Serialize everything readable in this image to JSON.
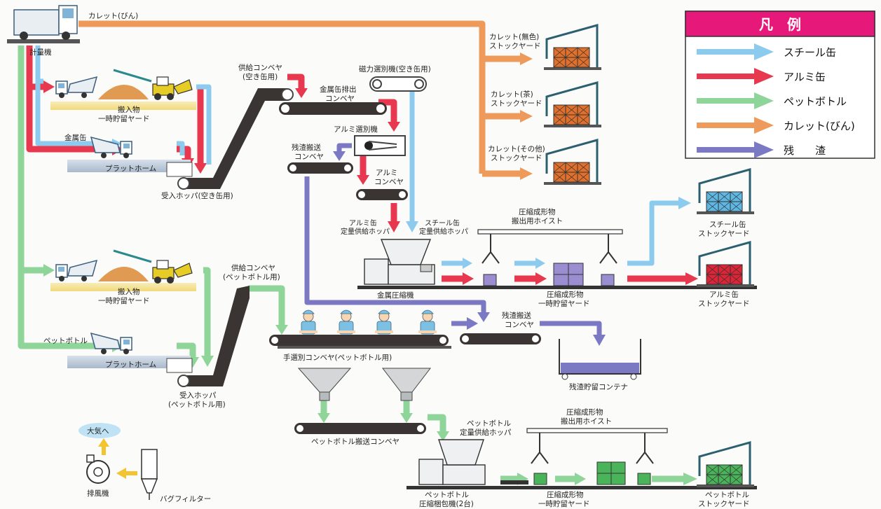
{
  "colors": {
    "steel": "#8ccbee",
    "aluminum": "#e8384f",
    "pet": "#8fd59a",
    "cullet": "#ee9a5a",
    "residue": "#7b78c4",
    "belt": "#3a3532",
    "yard": "#f4e29a",
    "platform": "#b9c8d8",
    "legend_header": "#e6197a",
    "crate_orange": "#e0702c",
    "crate_blue": "#5fb7e3",
    "crate_red": "#e02437",
    "crate_purple": "#9a8ed0",
    "crate_green": "#49b45a"
  },
  "legend": {
    "title": "凡　例",
    "items": [
      {
        "label": "スチール缶",
        "color_key": "steel"
      },
      {
        "label": "アルミ缶",
        "color_key": "aluminum"
      },
      {
        "label": "ペットボトル",
        "color_key": "pet"
      },
      {
        "label": "カレット(びん)",
        "color_key": "cullet"
      },
      {
        "label": "残　　渣",
        "color_key": "residue"
      }
    ]
  },
  "labels": {
    "cullet_bin": "カレット(びん)",
    "scale": "計量機",
    "yard1_a": "搬入物",
    "yard1_b": "一時貯留ヤード",
    "metal_can": "金属缶",
    "platform1": "プラットホーム",
    "hopper1": "受入ホッパ(空き缶用)",
    "supply_conv1_a": "供給コンベヤ",
    "supply_conv1_b": "(空き缶用)",
    "metal_discharge_a": "金属缶排出",
    "metal_discharge_b": "コンベヤ",
    "magnetic_sep": "磁力選別機(空き缶用)",
    "alu_sep": "アルミ選別機",
    "residue_conv1_a": "残渣搬送",
    "residue_conv1_b": "コンベヤ",
    "alu_conv_a": "アルミ",
    "alu_conv_b": "コンベヤ",
    "alu_hopper_a": "アルミ缶",
    "alu_hopper_b": "定量供給ホッパ",
    "steel_hopper_a": "スチール缶",
    "steel_hopper_b": "定量供給ホッパ",
    "metal_press": "金属圧縮機",
    "hoist1_a": "圧縮成形物",
    "hoist1_b": "搬出用ホイスト",
    "comp_yard1_a": "圧縮成形物",
    "comp_yard1_b": "一時貯留ヤード",
    "cullet_clear_a": "カレット(無色)",
    "cullet_clear_b": "ストックヤード",
    "cullet_brown_a": "カレット(茶)",
    "cullet_brown_b": "ストックヤード",
    "cullet_other_a": "カレット(その他)",
    "cullet_other_b": "ストックヤード",
    "steel_stock_a": "スチール缶",
    "steel_stock_b": "ストックヤード",
    "alu_stock_a": "アルミ缶",
    "alu_stock_b": "ストックヤード",
    "yard2_a": "搬入物",
    "yard2_b": "一時貯留ヤード",
    "supply_conv2_a": "供給コンベヤ",
    "supply_conv2_b": "(ペットボトル用)",
    "pet_in": "ペットボトル",
    "platform2": "プラットホーム",
    "hopper2_a": "受入ホッパ",
    "hopper2_b": "(ペットボトル用)",
    "hand_sort": "手選別コンベヤ(ペットボトル用)",
    "residue_conv2_a": "残渣搬送",
    "residue_conv2_b": "コンベヤ",
    "residue_container": "残渣貯留コンテナ",
    "pet_conveyor": "ペットボトル搬送コンベヤ",
    "pet_hopper_a": "ペットボトル",
    "pet_hopper_b": "定量供給ホッパ",
    "hoist2_a": "圧縮成形物",
    "hoist2_b": "搬出用ホイスト",
    "pet_press_a": "ペットボトル",
    "pet_press_b": "圧縮梱包機(2台)",
    "comp_yard2_a": "圧縮成形物",
    "comp_yard2_b": "一時貯留ヤード",
    "pet_stock_a": "ペットボトル",
    "pet_stock_b": "ストックヤード",
    "atmosphere": "大気へ",
    "exhaust_fan": "排風機",
    "bag_filter": "バグフィルター"
  }
}
